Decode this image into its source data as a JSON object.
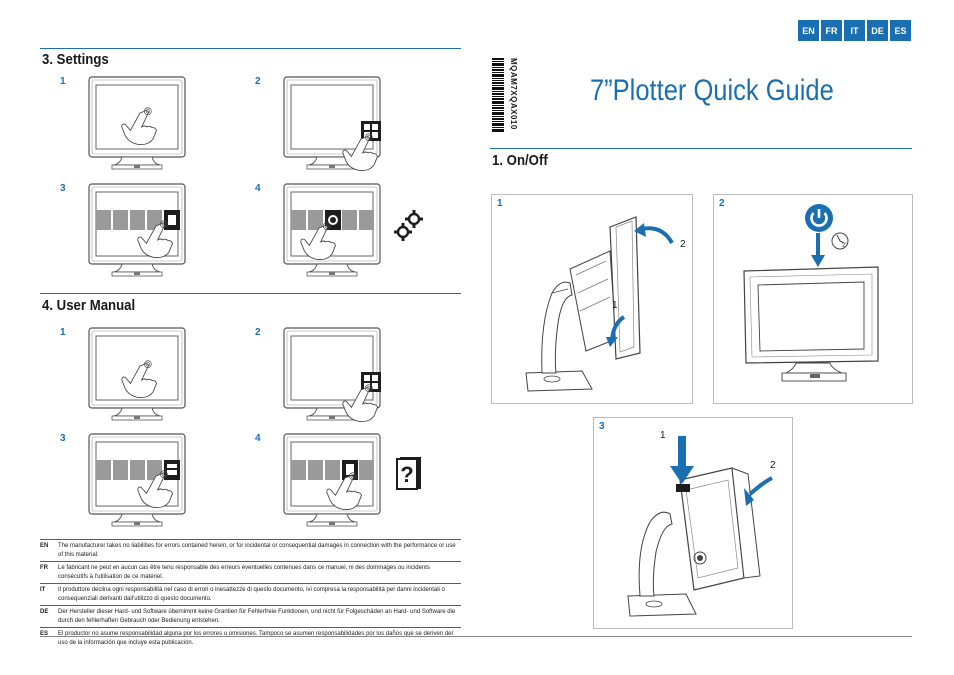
{
  "languages": [
    "EN",
    "FR",
    "IT",
    "DE",
    "ES"
  ],
  "title": "7”Plotter Quick Guide",
  "barcode_text": "MQAM7XQAX010",
  "settings": {
    "heading": "3. Settings",
    "steps": [
      "1",
      "2",
      "3",
      "4"
    ]
  },
  "user_manual": {
    "heading": "4. User Manual",
    "steps": [
      "1",
      "2",
      "3",
      "4"
    ]
  },
  "on_off": {
    "heading": "1. On/Off",
    "panels": [
      {
        "number": "1",
        "callouts": [
          "2",
          "1"
        ]
      },
      {
        "number": "2"
      },
      {
        "number": "3",
        "callouts": [
          "1",
          "2"
        ]
      }
    ]
  },
  "disclaimers": [
    {
      "code": "EN",
      "text": "The manufacturer takes no liabilities for errors contained herein, or for incidental or consequential damages in connection with the performance or use of this material."
    },
    {
      "code": "FR",
      "text": "Le fabricant ne peut en aucun cas être tenu responsable des erreurs éventuelles contenues dans ce manuel, ni des dommages ou incidents consécutifs à l'utilisation de ce matériel."
    },
    {
      "code": "IT",
      "text": "Il produttore declina ogni responsabilità nel caso di errori o inesattezze di questo documento, ivi compresa la responsabilità per danni incidentali o consequenziali derivanti dall'utilizzo di questo documento."
    },
    {
      "code": "DE",
      "text": "Der Hersteller dieser Hard- und Software übernimmt keine Grantien für Fehlerfreie Funktionen, und nicht für Folgeschäden an Hard- und Software die durch den fehlerhaften Gebrauch oder Bedienung entstehen."
    },
    {
      "code": "ES",
      "text": "El productor no asume responsabilidad alguna por los errores u omisiones. Tampoco se asumen responsabilidades por los daños que se deriven del uso de la información que incluye esta publicación."
    }
  ],
  "colors": {
    "accent": "#1a6fb3",
    "text": "#1a1a1a"
  }
}
